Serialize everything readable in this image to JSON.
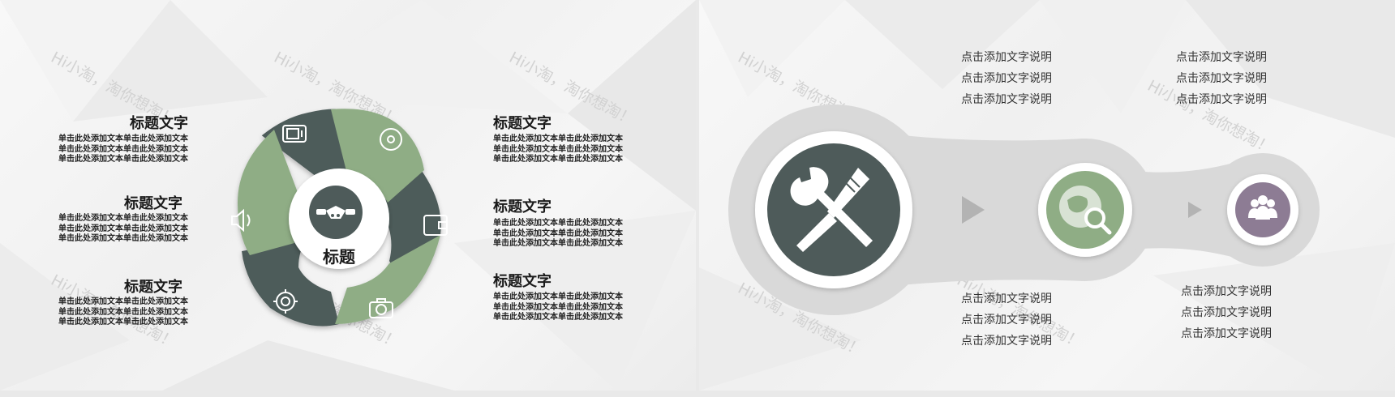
{
  "left_slide": {
    "center_title": "标题",
    "items": [
      {
        "title": "标题文字",
        "lines": [
          "单击此处添加文本单击此处添加文本",
          "单击此处添加文本单击此处添加文本",
          "单击此处添加文本单击此处添加文本"
        ]
      },
      {
        "title": "标题文字",
        "lines": [
          "单击此处添加文本单击此处添加文本",
          "单击此处添加文本单击此处添加文本",
          "单击此处添加文本单击此处添加文本"
        ]
      },
      {
        "title": "标题文字",
        "lines": [
          "单击此处添加文本单击此处添加文本",
          "单击此处添加文本单击此处添加文本",
          "单击此处添加文本单击此处添加文本"
        ]
      },
      {
        "title": "标题文字",
        "lines": [
          "单击此处添加文本单击此处添加文本",
          "单击此处添加文本单击此处添加文本",
          "单击此处添加文本单击此处添加文本"
        ]
      },
      {
        "title": "标题文字",
        "lines": [
          "单击此处添加文本单击此处添加文本",
          "单击此处添加文本单击此处添加文本",
          "单击此处添加文本单击此处添加文本"
        ]
      },
      {
        "title": "标题文字",
        "lines": [
          "单击此处添加文本单击此处添加文本",
          "单击此处添加文本单击此处添加文本",
          "单击此处添加文本单击此处添加文本"
        ]
      }
    ],
    "segment_icons": [
      "tv-icon",
      "disc-icon",
      "wallet-icon",
      "camera-icon",
      "gear-icon",
      "speaker-icon",
      "handshake-icon"
    ]
  },
  "right_slide": {
    "captions": [
      [
        "点击添加文字说明",
        "点击添加文字说明",
        "点击添加文字说明"
      ],
      [
        "点击添加文字说明",
        "点击添加文字说明",
        "点击添加文字说明"
      ],
      [
        "点击添加文字说明",
        "点击添加文字说明",
        "点击添加文字说明"
      ],
      [
        "点击添加文字说明",
        "点击添加文字说明",
        "点击添加文字说明"
      ]
    ],
    "circle_icons": [
      "tools-icon",
      "globe-search-icon",
      "users-icon"
    ]
  },
  "watermark": [
    "Hi小淘，",
    "淘你想淘！"
  ],
  "colors": {
    "dark": "#4e5b5a",
    "green": "#8fad85",
    "purple": "#8d7c94",
    "track": "#d9d9d9"
  }
}
